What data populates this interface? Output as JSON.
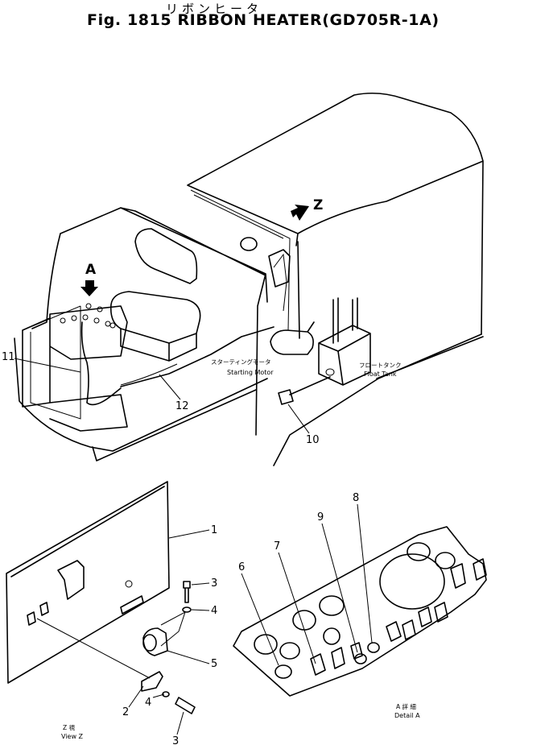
{
  "header": {
    "kana": "リボンヒータ",
    "fig_label": "Fig.",
    "fig_number": "1815",
    "title": "RIBBON HEATER",
    "model": "(GD705R-1A)"
  },
  "arrows": {
    "a": "A",
    "z": "Z"
  },
  "components": {
    "starting_motor_jp": "スターティングモータ",
    "starting_motor_en": "Starting Motor",
    "float_tank_jp": "フロートタンク",
    "float_tank_en": "Float Tank"
  },
  "callouts": {
    "p1": "1",
    "p2": "2",
    "p3a": "3",
    "p3b": "3",
    "p4a": "4",
    "p4b": "4",
    "p5": "5",
    "p6": "6",
    "p7": "7",
    "p8": "8",
    "p9": "9",
    "p10": "10",
    "p11": "11",
    "p12": "12"
  },
  "views": {
    "view_z_jp": "Z 視",
    "view_z_en": "View Z",
    "detail_a_jp": "A 詳 細",
    "detail_a_en": "Detail A"
  }
}
